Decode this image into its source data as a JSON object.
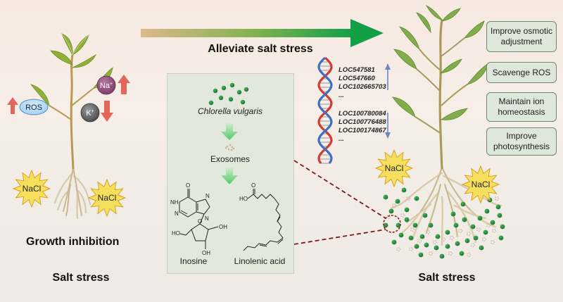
{
  "arrow_label": "Alleviate salt stress",
  "left": {
    "caption": "Growth inhibition",
    "bottom_label": "Salt stress",
    "ros_label": "ROS",
    "na_label": "Na",
    "na_sup": "+",
    "k_label": "K",
    "k_sup": "+",
    "nacl_1": "NaCl",
    "nacl_2": "NaCl"
  },
  "panel": {
    "organism": "Chlorella vulgaris",
    "exosomes": "Exosomes",
    "molecule_1": "Inosine",
    "molecule_2": "Linolenic acid"
  },
  "genes": {
    "up": [
      "LOC547581",
      "LOC547660",
      "LOC102665703",
      "..."
    ],
    "down": [
      "LOC100780084",
      "LOC100776488",
      "LOC100174867",
      "..."
    ]
  },
  "effects": [
    "Improve osmotic adjustment",
    "Scavenge ROS",
    "Maintain ion homeostasis",
    "Improve photosynthesis"
  ],
  "right": {
    "bottom_label": "Salt stress",
    "nacl_1": "NaCl",
    "nacl_2": "NaCl"
  },
  "colors": {
    "arrow_start": "#d9b98a",
    "arrow_end": "#17a34a",
    "leaf": "#8fb13a",
    "leaf_right": "#7aa84a",
    "up_arrow": "#e2675a",
    "down_arrow_gene": "#6a86c8",
    "cell_green": "#1e8c3a",
    "nacl_star": "#f7df5e"
  },
  "structure_labels": {
    "inosine": {
      "O": "O",
      "NH": "NH",
      "N7": "N",
      "N9": "N",
      "N3": "N",
      "HO": "HO",
      "OH1": "OH",
      "OH2": "OH",
      "O_ring": "O"
    },
    "linolenic": {
      "HO": "HO",
      "O": "O"
    }
  }
}
